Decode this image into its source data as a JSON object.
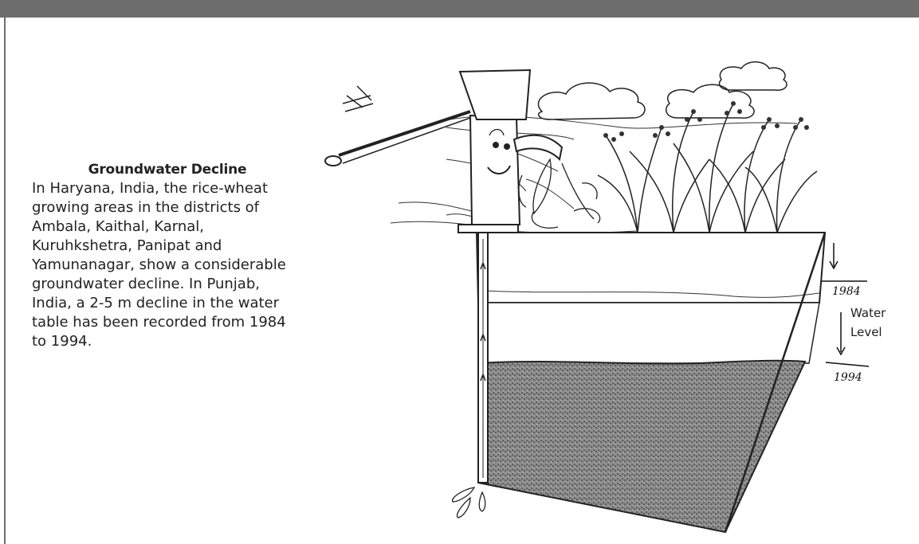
{
  "title": "Groundwater Decline",
  "body": "In Haryana, India, the rice-wheat growing areas in the districts of Ambala, Kaithal, Karnal, Kuruhkshetra, Panipat and Yamunanagar, show a considerable groundwater decline. In Punjab, India, a 2-5 m decline in the water table has been recorded from 1984 to 1994.",
  "diagram": {
    "year_top": "1984",
    "year_bottom": "1994",
    "water_label_line1": "Water",
    "water_label_line2": "Level"
  }
}
